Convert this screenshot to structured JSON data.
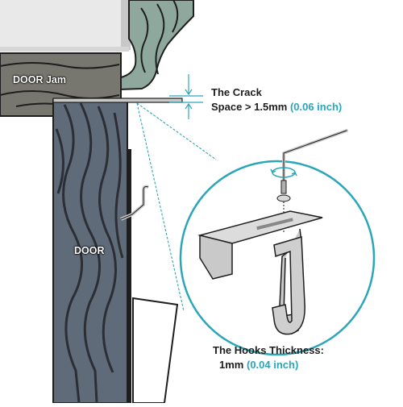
{
  "labels": {
    "door_jam": "DOOR Jam",
    "door": "DOOR",
    "crack_title": "The Crack",
    "crack_spec": "Space > 1.5mm",
    "crack_spec_inch": "(0.06 inch)",
    "hooks_title": "The Hooks Thickness:",
    "hooks_spec": "1mm",
    "hooks_spec_inch": "(0.04 inch)"
  },
  "colors": {
    "accent": "#2aa6b8",
    "door_fill": "#5f6b78",
    "jam_fill": "#77776f",
    "trim_fill": "#8fa89d",
    "metal": "#c9c9c9",
    "grain": "#2b2f35",
    "outline": "#1e1e1e"
  },
  "icons": {
    "rotate": "rotate-arrow-icon",
    "dimension": "dimension-arrows-icon"
  }
}
